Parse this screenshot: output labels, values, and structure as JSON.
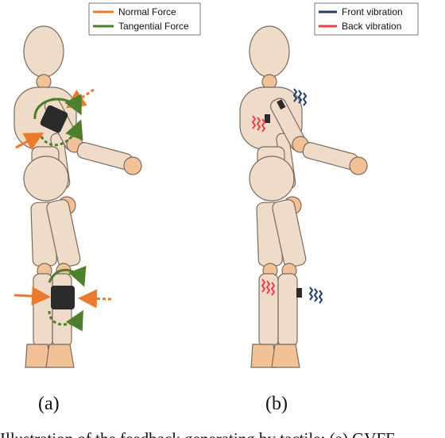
{
  "legend_a": {
    "normal_force": "Normal Force",
    "tangential_force": "Tangential Force"
  },
  "legend_b": {
    "front_vibration": "Front vibration",
    "back_vibration": "Back vibration"
  },
  "panels": {
    "a_label": "(a)",
    "b_label": "(b)"
  },
  "caption": "Illustration of the feedback generating by tactile: (a) GVFF",
  "colors": {
    "normal_force": "#ec7a2c",
    "tangential_force": "#4e7f2c",
    "front_vibration": "#1f3e6b",
    "back_vibration": "#ef3e4a",
    "device": "#2b2b2b",
    "body": "#efdcc8",
    "joint": "#f2c196"
  }
}
